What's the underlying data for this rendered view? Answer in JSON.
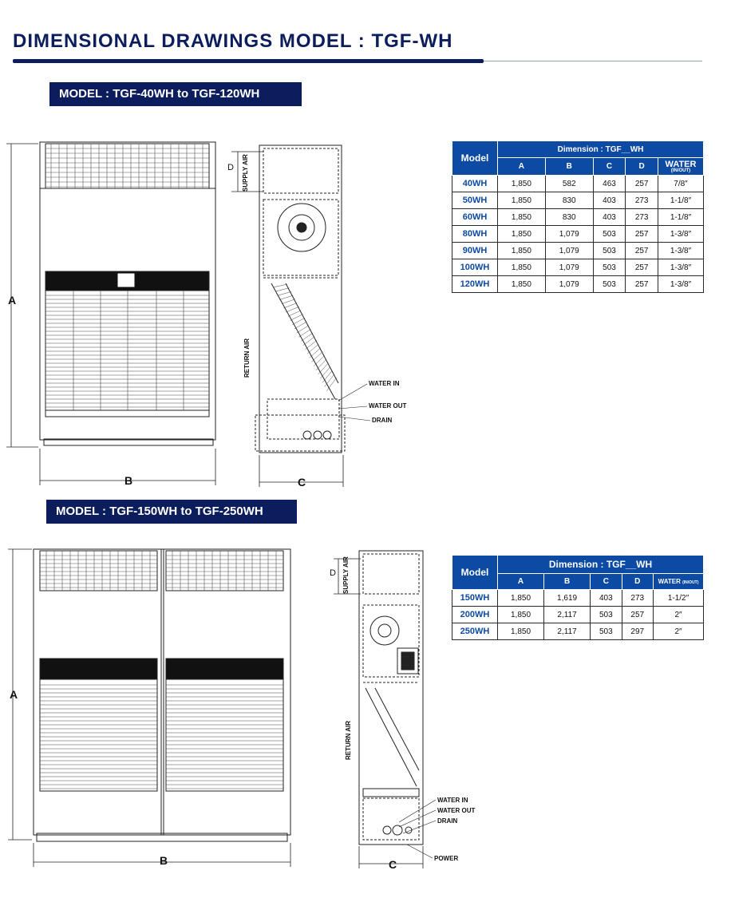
{
  "page": {
    "title": "DIMENSIONAL DRAWINGS MODEL : TGF-WH"
  },
  "section1": {
    "banner": "MODEL : TGF-40WH to TGF-120WH",
    "dim_a": "A",
    "dim_b": "B",
    "dim_c": "C",
    "dim_d": "D",
    "supply_air": "SUPPLY AIR",
    "return_air": "RETURN AIR",
    "water_in": "WATER IN",
    "water_out": "WATER OUT",
    "drain": "DRAIN",
    "table": {
      "model_header": "Model",
      "dimension_header": "Dimension   : TGF__WH",
      "columns": [
        "A",
        "B",
        "C",
        "D"
      ],
      "water_header": "WATER",
      "water_sub": "(IN/OUT)",
      "rows": [
        {
          "model": "40WH",
          "a": "1,850",
          "b": "582",
          "c": "463",
          "d": "257",
          "water": "7/8″"
        },
        {
          "model": "50WH",
          "a": "1,850",
          "b": "830",
          "c": "403",
          "d": "273",
          "water": "1-1/8″"
        },
        {
          "model": "60WH",
          "a": "1,850",
          "b": "830",
          "c": "403",
          "d": "273",
          "water": "1-1/8″"
        },
        {
          "model": "80WH",
          "a": "1,850",
          "b": "1,079",
          "c": "503",
          "d": "257",
          "water": "1-3/8″"
        },
        {
          "model": "90WH",
          "a": "1,850",
          "b": "1,079",
          "c": "503",
          "d": "257",
          "water": "1-3/8″"
        },
        {
          "model": "100WH",
          "a": "1,850",
          "b": "1,079",
          "c": "503",
          "d": "257",
          "water": "1-3/8″"
        },
        {
          "model": "120WH",
          "a": "1,850",
          "b": "1,079",
          "c": "503",
          "d": "257",
          "water": "1-3/8″"
        }
      ]
    }
  },
  "section2": {
    "banner": "MODEL : TGF-150WH to TGF-250WH",
    "dim_a": "A",
    "dim_b": "B",
    "dim_c": "C",
    "dim_d": "D",
    "supply_air": "SUPPLY AIR",
    "return_air": "RETURN AIR",
    "water_in": "WATER IN",
    "water_out": "WATER OUT",
    "drain": "DRAIN",
    "power": "POWER",
    "table": {
      "model_header": "Model",
      "dimension_header": "Dimension : TGF__WH",
      "columns": [
        "A",
        "B",
        "C",
        "D"
      ],
      "water_header": "WATER",
      "water_sub": "(IN/OUT)",
      "rows": [
        {
          "model": "150WH",
          "a": "1,850",
          "b": "1,619",
          "c": "403",
          "d": "273",
          "water": "1-1/2″"
        },
        {
          "model": "200WH",
          "a": "1,850",
          "b": "2,117",
          "c": "503",
          "d": "257",
          "water": "2″"
        },
        {
          "model": "250WH",
          "a": "1,850",
          "b": "2,117",
          "c": "503",
          "d": "297",
          "water": "2″"
        }
      ]
    }
  }
}
